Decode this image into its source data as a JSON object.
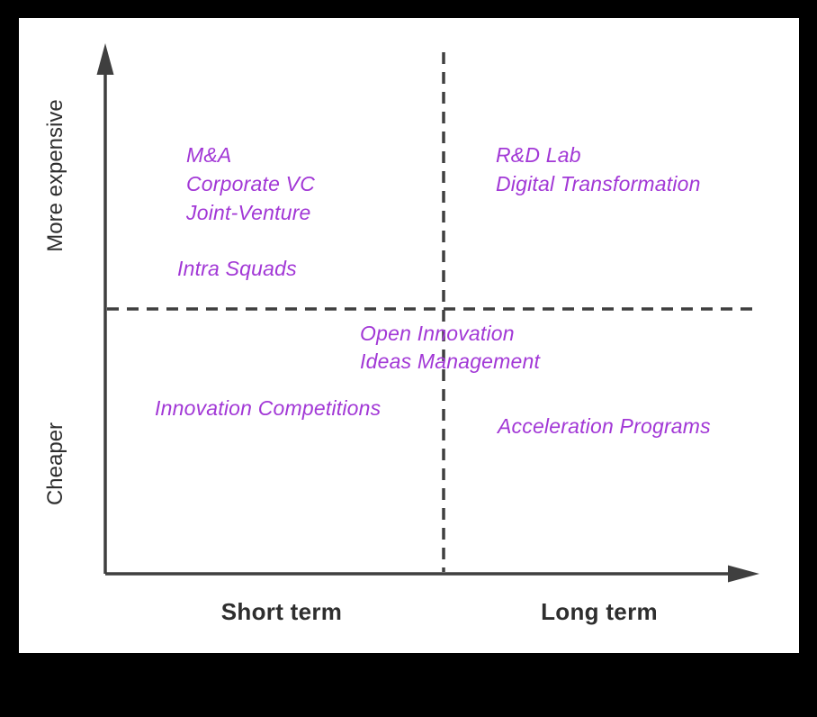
{
  "colors": {
    "item": "#a238d6",
    "axis": "#3f3f3f",
    "axis_label": "#2e2e2e",
    "panel_bg": "#ffffff",
    "frame_bg": "#000000"
  },
  "axes": {
    "y_top": "More expensive",
    "y_bottom": "Cheaper",
    "x_left": "Short term",
    "x_right": "Long term"
  },
  "items": [
    {
      "label": "M&A",
      "quadrant": "top-left"
    },
    {
      "label": "Corporate VC",
      "quadrant": "top-left"
    },
    {
      "label": "Joint-Venture",
      "quadrant": "top-left"
    },
    {
      "label": "Intra Squads",
      "quadrant": "top-left"
    },
    {
      "label": "R&D Lab",
      "quadrant": "top-right"
    },
    {
      "label": "Digital Transformation",
      "quadrant": "top-right"
    },
    {
      "label": "Open Innovation",
      "quadrant": "center"
    },
    {
      "label": "Ideas Management",
      "quadrant": "center"
    },
    {
      "label": "Innovation Competitions",
      "quadrant": "bottom-left"
    },
    {
      "label": "Acceleration Programs",
      "quadrant": "bottom-right"
    }
  ]
}
